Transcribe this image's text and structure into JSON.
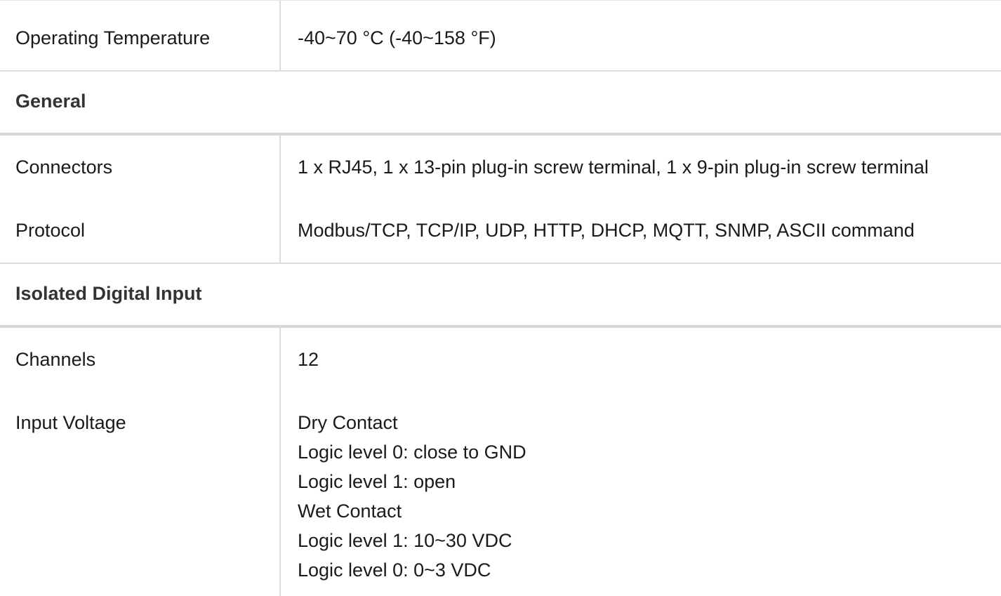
{
  "rows": {
    "operating_temperature": {
      "label": "Operating Temperature",
      "value": "-40~70 °C (-40~158 °F)"
    },
    "general": {
      "title": "General",
      "connectors": {
        "label": "Connectors",
        "value": "1 x RJ45, 1 x 13-pin plug-in screw terminal, 1 x 9-pin plug-in screw terminal"
      },
      "protocol": {
        "label": "Protocol",
        "value": "Modbus/TCP, TCP/IP, UDP, HTTP, DHCP, MQTT, SNMP, ASCII command"
      }
    },
    "isolated_digital_input": {
      "title": "Isolated Digital Input",
      "channels": {
        "label": "Channels",
        "value": "12"
      },
      "input_voltage": {
        "label": "Input Voltage",
        "lines": [
          "Dry Contact",
          "Logic level 0: close to GND",
          "Logic level 1: open",
          "Wet Contact",
          "Logic level 1: 10~30 VDC",
          "Logic level 0: 0~3 VDC"
        ]
      }
    }
  }
}
